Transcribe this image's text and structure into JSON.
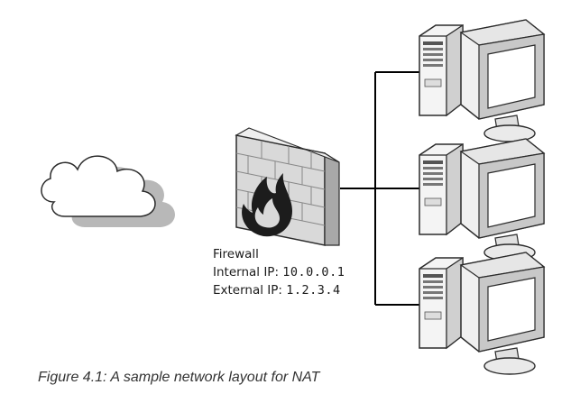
{
  "firewall": {
    "name": "Firewall",
    "internal_label": "Internal IP:",
    "internal_ip": "10.0.0.1",
    "external_label": "External IP:",
    "external_ip": "1.2.3.4"
  },
  "caption": "Figure 4.1: A sample network layout for NAT",
  "icons": [
    "cloud-icon",
    "firewall-icon",
    "computer-icon"
  ],
  "colors": {
    "line": "#000000",
    "outline": "#2b2b2b",
    "device_fill": "#f2f2f2",
    "shadow": "#9a9a9a"
  }
}
